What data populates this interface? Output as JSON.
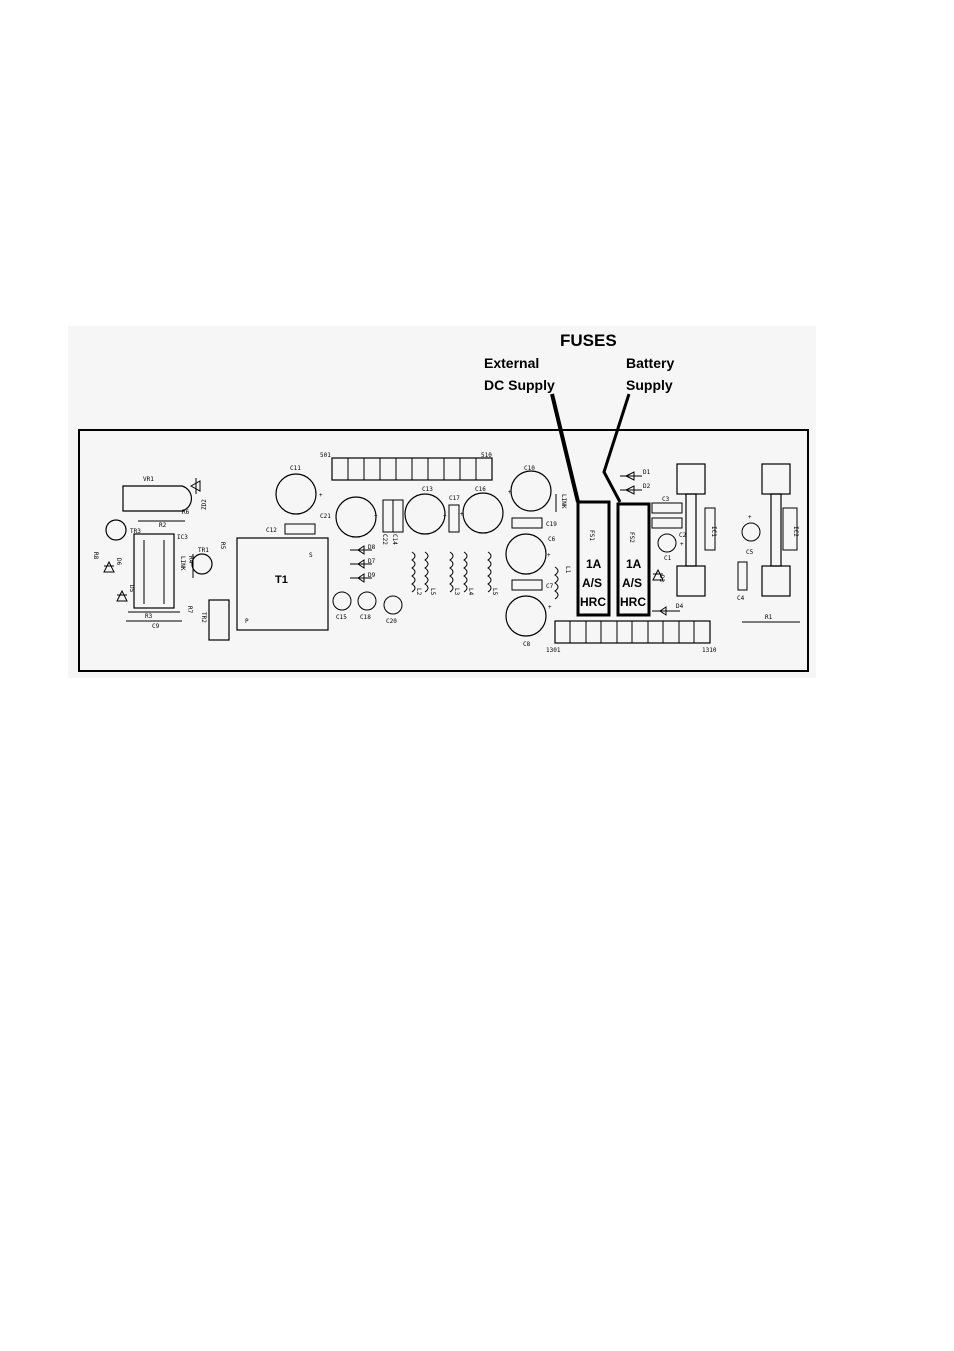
{
  "header": {
    "title": "FUSES",
    "left_caption": [
      "External",
      "DC Supply"
    ],
    "right_caption": [
      "Battery",
      "Supply"
    ]
  },
  "fuses": [
    {
      "ref": "FS1",
      "lines": [
        "1A",
        "A/S",
        "HRC"
      ]
    },
    {
      "ref": "FS2",
      "lines": [
        "1A",
        "A/S",
        "HRC"
      ]
    }
  ],
  "transformer": {
    "ref": "T1",
    "s": "S",
    "p": "P"
  },
  "connectors": {
    "top": {
      "start": "501",
      "end": "510"
    },
    "bottom": {
      "start": "1301",
      "end": "1310"
    }
  },
  "components": {
    "vr1": "VR1",
    "zd2": "ZD2",
    "r6": "R6",
    "r2": "R2",
    "tr3": "TR3",
    "ic3": "IC3",
    "r8": "R8",
    "d6": "D6",
    "d5": "D5",
    "r3": "R3",
    "c9": "C9",
    "tr1": "TR1",
    "r5": "R5",
    "link_left": "LINK",
    "r4": "R4",
    "r7": "R7",
    "tr2": "TR2",
    "c11": "C11",
    "c21": "C21",
    "c12": "C12",
    "c22": "C22",
    "c14": "C14",
    "c13": "C13",
    "c17": "C17",
    "c16": "C16",
    "c10": "C10",
    "d8": "D8",
    "d7": "D7",
    "d9": "D9",
    "c15": "C15",
    "c18": "C18",
    "c20": "C20",
    "l2": "L2",
    "l5b": "L5",
    "l3": "L3",
    "l4": "L4",
    "l5": "L5",
    "c19": "C19",
    "c6": "C6",
    "c7": "C7",
    "c8": "C8",
    "l1": "L1",
    "link_mid": "LINK",
    "d1": "D1",
    "d2": "D2",
    "c3": "C3",
    "c2": "C2",
    "c1": "C1",
    "d3": "D3",
    "d4": "D4",
    "ic1": "IC1",
    "c5": "C5",
    "ic2": "IC2",
    "c4": "C4",
    "r1": "R1"
  }
}
